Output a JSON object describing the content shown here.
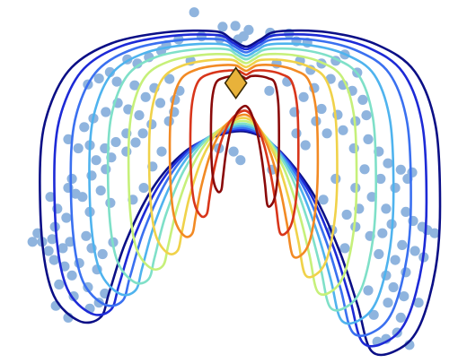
{
  "chart_data": {
    "type": "scatter",
    "title": "",
    "xlabel": "",
    "ylabel": "",
    "grid": false,
    "axes_visible": false,
    "xlim": [
      0,
      100
    ],
    "ylim": [
      0,
      80
    ],
    "point_color": "#8fb4de",
    "marker": {
      "x": 51.5,
      "y": 61.7,
      "shape": "diamond",
      "color": "#e8b23a"
    },
    "contour_levels": [
      {
        "level": 1,
        "color": "#0b0f86"
      },
      {
        "level": 2,
        "color": "#1d2ad6"
      },
      {
        "level": 3,
        "color": "#3a70f0"
      },
      {
        "level": 4,
        "color": "#4fb3ee"
      },
      {
        "level": 5,
        "color": "#7fe0c8"
      },
      {
        "level": 6,
        "color": "#c6f07a"
      },
      {
        "level": 7,
        "color": "#f0d24a"
      },
      {
        "level": 8,
        "color": "#f28a24"
      },
      {
        "level": 9,
        "color": "#d8361b"
      },
      {
        "level": 10,
        "color": "#8a0a0a"
      }
    ],
    "points": [
      [
        42.4,
        77.3
      ],
      [
        48.6,
        74.1
      ],
      [
        51.4,
        74.3
      ],
      [
        59.0,
        72.8
      ],
      [
        54.3,
        73.4
      ],
      [
        53.2,
        72.0
      ],
      [
        52.0,
        71.3
      ],
      [
        48.0,
        71.5
      ],
      [
        44.0,
        72.0
      ],
      [
        39.0,
        71.3
      ],
      [
        36.3,
        70.0
      ],
      [
        35.2,
        68.8
      ],
      [
        32.5,
        67.4
      ],
      [
        30.0,
        66.0
      ],
      [
        27.8,
        66.9
      ],
      [
        24.0,
        64.1
      ],
      [
        21.6,
        62.7
      ],
      [
        19.2,
        61.4
      ],
      [
        25.5,
        62.0
      ],
      [
        29.4,
        61.2
      ],
      [
        33.7,
        60.6
      ],
      [
        37.0,
        62.6
      ],
      [
        31.8,
        58.6
      ],
      [
        35.0,
        57.3
      ],
      [
        38.2,
        58.0
      ],
      [
        28.0,
        55.9
      ],
      [
        30.4,
        54.6
      ],
      [
        33.1,
        52.6
      ],
      [
        38.0,
        55.3
      ],
      [
        36.9,
        53.3
      ],
      [
        25.7,
        57.3
      ],
      [
        23.1,
        55.3
      ],
      [
        20.4,
        53.9
      ],
      [
        18.4,
        52.0
      ],
      [
        14.9,
        49.3
      ],
      [
        17.1,
        47.3
      ],
      [
        19.6,
        48.0
      ],
      [
        22.9,
        47.3
      ],
      [
        25.3,
        48.7
      ],
      [
        27.6,
        50.6
      ],
      [
        29.6,
        48.6
      ],
      [
        31.2,
        50.6
      ],
      [
        27.6,
        46.6
      ],
      [
        24.3,
        45.3
      ],
      [
        21.0,
        44.7
      ],
      [
        23.1,
        42.7
      ],
      [
        20.0,
        41.3
      ],
      [
        15.7,
        40.6
      ],
      [
        14.9,
        38.6
      ],
      [
        16.5,
        37.3
      ],
      [
        18.0,
        36.6
      ],
      [
        22.0,
        38.0
      ],
      [
        24.1,
        35.3
      ],
      [
        19.6,
        33.3
      ],
      [
        12.5,
        34.0
      ],
      [
        11.0,
        36.6
      ],
      [
        14.5,
        32.0
      ],
      [
        12.0,
        30.0
      ],
      [
        8.2,
        28.6
      ],
      [
        7.1,
        26.7
      ],
      [
        9.2,
        26.7
      ],
      [
        11.4,
        27.3
      ],
      [
        13.7,
        25.3
      ],
      [
        10.6,
        24.7
      ],
      [
        15.3,
        26.7
      ],
      [
        18.8,
        28.0
      ],
      [
        20.0,
        25.3
      ],
      [
        22.4,
        24.0
      ],
      [
        24.7,
        26.6
      ],
      [
        17.3,
        22.0
      ],
      [
        14.1,
        21.3
      ],
      [
        11.8,
        22.7
      ],
      [
        15.7,
        19.3
      ],
      [
        12.9,
        17.3
      ],
      [
        16.1,
        14.7
      ],
      [
        21.2,
        20.6
      ],
      [
        22.9,
        15.3
      ],
      [
        19.2,
        16.7
      ],
      [
        12.2,
        12.6
      ],
      [
        14.9,
        10.0
      ],
      [
        19.6,
        12.0
      ],
      [
        21.6,
        13.3
      ],
      [
        47.8,
        47.3
      ],
      [
        51.0,
        46.6
      ],
      [
        59.4,
        42.6
      ],
      [
        52.5,
        44.7
      ],
      [
        63.1,
        72.6
      ],
      [
        64.7,
        70.9
      ],
      [
        67.1,
        70.6
      ],
      [
        65.5,
        66.6
      ],
      [
        67.8,
        64.6
      ],
      [
        70.2,
        66.0
      ],
      [
        73.3,
        66.6
      ],
      [
        75.3,
        68.0
      ],
      [
        72.2,
        62.6
      ],
      [
        74.9,
        61.3
      ],
      [
        78.0,
        64.0
      ],
      [
        76.9,
        60.0
      ],
      [
        79.2,
        58.0
      ],
      [
        80.0,
        54.6
      ],
      [
        77.6,
        53.3
      ],
      [
        73.7,
        54.7
      ],
      [
        70.2,
        56.0
      ],
      [
        69.0,
        53.3
      ],
      [
        71.4,
        50.6
      ],
      [
        74.9,
        51.3
      ],
      [
        77.3,
        47.3
      ],
      [
        80.4,
        49.3
      ],
      [
        82.7,
        46.6
      ],
      [
        84.7,
        44.0
      ],
      [
        87.5,
        42.6
      ],
      [
        89.0,
        40.6
      ],
      [
        90.0,
        42.0
      ],
      [
        86.3,
        38.6
      ],
      [
        83.1,
        40.6
      ],
      [
        79.6,
        42.7
      ],
      [
        77.6,
        38.6
      ],
      [
        81.2,
        36.6
      ],
      [
        84.3,
        34.0
      ],
      [
        78.4,
        34.0
      ],
      [
        75.7,
        32.7
      ],
      [
        77.6,
        30.0
      ],
      [
        80.8,
        28.0
      ],
      [
        83.5,
        28.6
      ],
      [
        85.5,
        30.6
      ],
      [
        88.6,
        33.3
      ],
      [
        90.2,
        31.3
      ],
      [
        92.2,
        30.0
      ],
      [
        93.3,
        29.3
      ],
      [
        94.9,
        28.6
      ],
      [
        87.8,
        26.0
      ],
      [
        90.6,
        24.7
      ],
      [
        92.5,
        23.3
      ],
      [
        86.3,
        22.7
      ],
      [
        88.6,
        20.0
      ],
      [
        84.3,
        19.3
      ],
      [
        82.7,
        24.0
      ],
      [
        80.4,
        16.0
      ],
      [
        85.9,
        16.7
      ],
      [
        88.2,
        14.7
      ],
      [
        91.4,
        13.3
      ],
      [
        84.7,
        13.3
      ],
      [
        87.5,
        10.0
      ],
      [
        81.6,
        10.6
      ],
      [
        86.7,
        6.7
      ],
      [
        84.3,
        5.3
      ],
      [
        89.4,
        4.0
      ],
      [
        82.4,
        4.7
      ],
      [
        75.3,
        25.3
      ],
      [
        72.5,
        29.3
      ],
      [
        70.6,
        36.0
      ],
      [
        73.3,
        40.6
      ],
      [
        66.7,
        48.0
      ],
      [
        64.7,
        50.6
      ],
      [
        33.3,
        43.3
      ],
      [
        31.4,
        38.6
      ],
      [
        29.0,
        36.0
      ],
      [
        35.3,
        46.6
      ],
      [
        39.2,
        60.0
      ],
      [
        41.6,
        66.6
      ],
      [
        60.4,
        66.0
      ],
      [
        62.7,
        62.0
      ],
      [
        58.8,
        60.0
      ],
      [
        66.3,
        58.6
      ],
      [
        68.6,
        60.6
      ],
      [
        64.3,
        55.3
      ]
    ]
  }
}
